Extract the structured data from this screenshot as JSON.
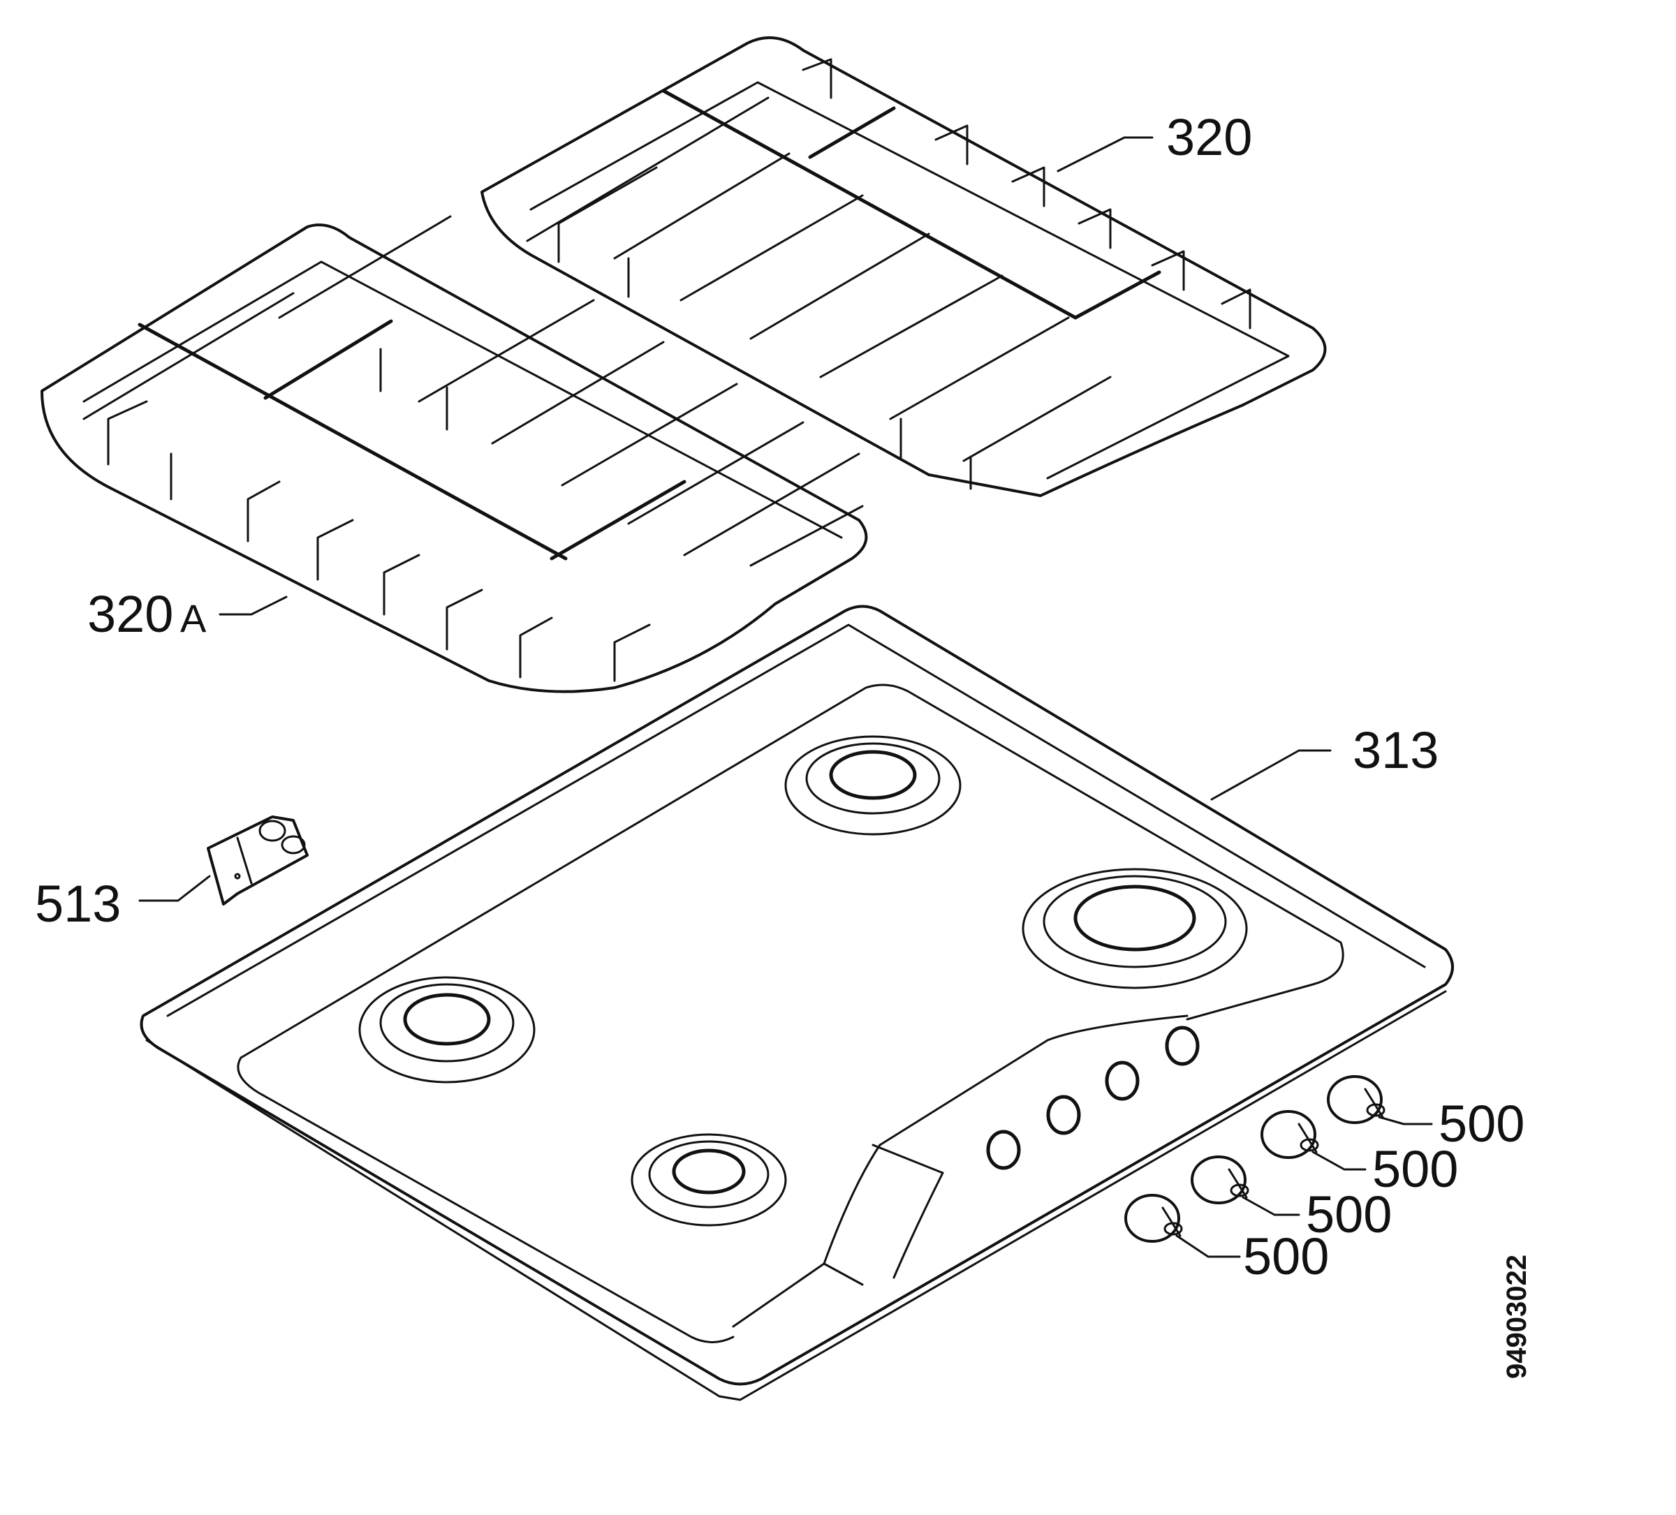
{
  "labels": {
    "grid_right": "320",
    "grid_left_num": "320",
    "grid_left_suffix": "A",
    "hob_top": "313",
    "bracket": "513",
    "knob_1": "500",
    "knob_2": "500",
    "knob_3": "500",
    "knob_4": "500"
  },
  "drawing_number": "94903022"
}
